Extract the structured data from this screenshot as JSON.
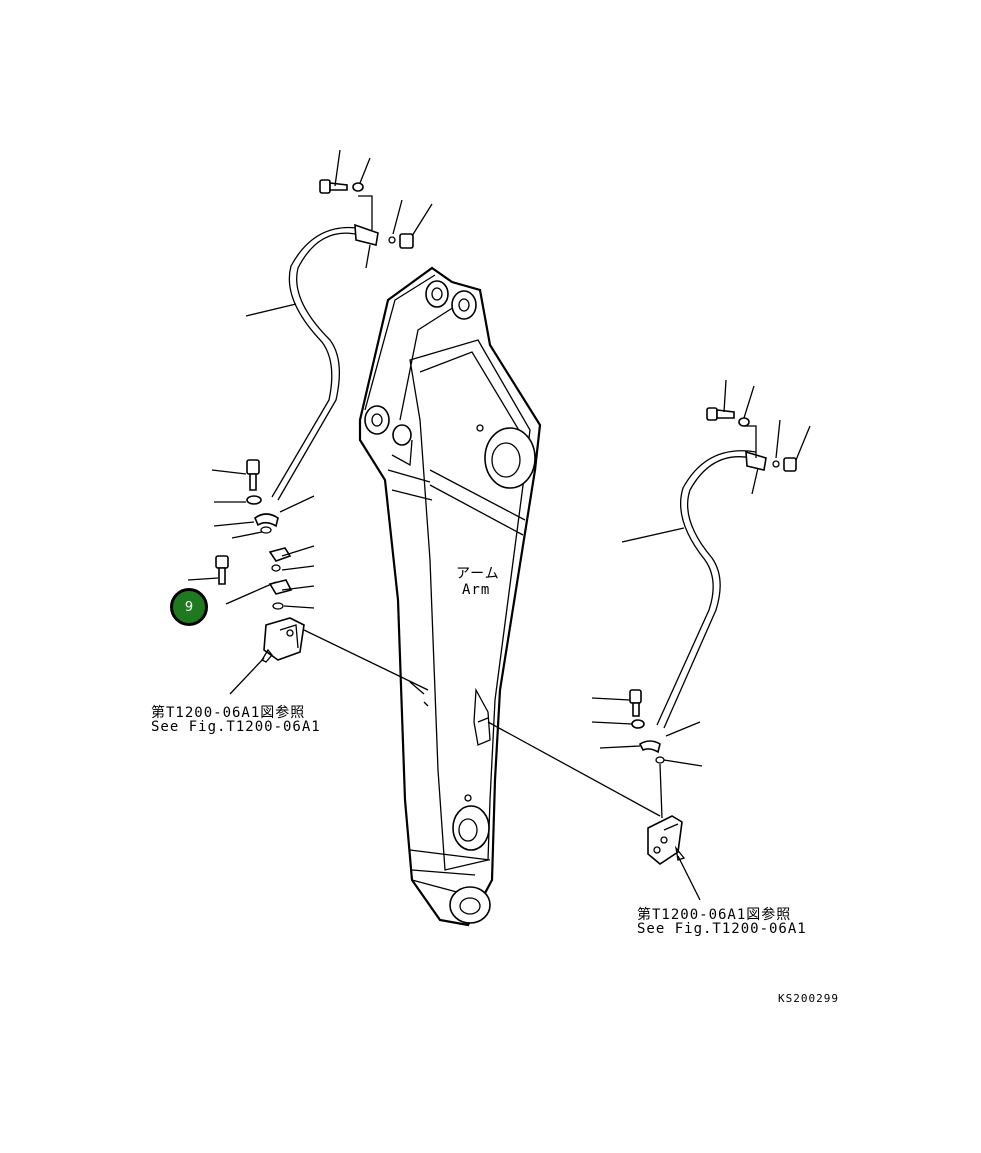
{
  "diagram": {
    "arm_label_jp": "アーム",
    "arm_label_en": "Arm",
    "ref_left_jp": "第T1200-06A1図参照",
    "ref_left_en": "See Fig.T1200-06A1",
    "ref_right_jp": "第T1200-06A1図参照",
    "ref_right_en": "See Fig.T1200-06A1",
    "drawing_code": "KS200299",
    "callout_number": "9",
    "callout_color": "#1f7a1f"
  }
}
